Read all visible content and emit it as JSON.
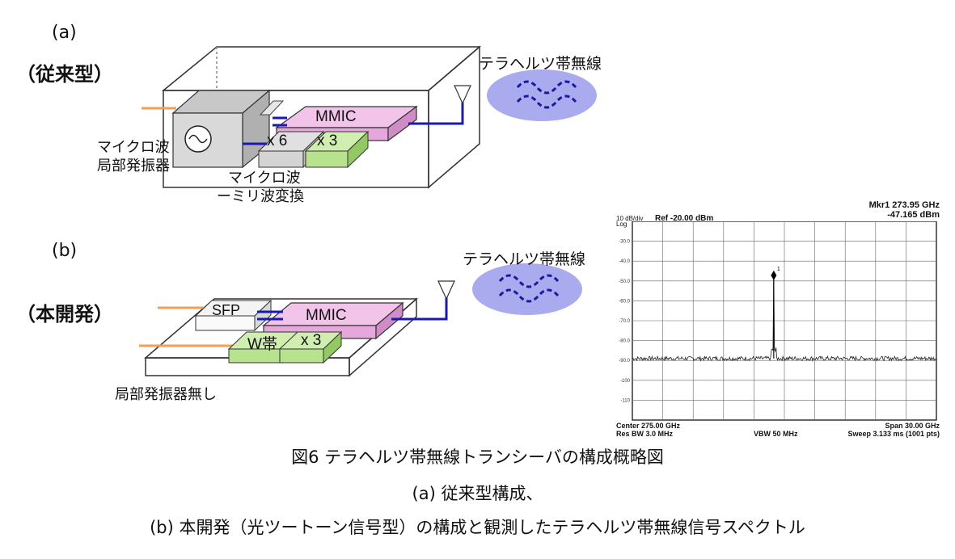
{
  "panel_a": {
    "label": "(a)",
    "title": "（従来型）",
    "thz_label": "テラヘルツ帯無線",
    "mmic": "MMIC",
    "x6": "x 6",
    "x3": "x 3",
    "osc_label_1": "マイクロ波",
    "osc_label_2": "局部発振器",
    "conv_label_1": "マイクロ波",
    "conv_label_2": "ーミリ波変換"
  },
  "panel_b": {
    "label": "(b)",
    "title": "（本開発）",
    "thz_label": "テラヘルツ帯無線",
    "sfp": "SFP",
    "mmic": "MMIC",
    "wband": "W帯",
    "x3": "x 3",
    "no_lo": "局部発振器無し"
  },
  "spectrum": {
    "marker_freq": "Mkr1 273.95 GHz",
    "marker_level": "-47.165 dBm",
    "scale": "10 dB/div",
    "scale_type": "Log",
    "ref": "Ref -20.00 dBm",
    "center": "Center 275.00 GHz",
    "res_bw": "Res BW 3.0 MHz",
    "vbw": "VBW 50 MHz",
    "span": "Span 30.00 GHz",
    "sweep": "Sweep  3.133 ms (1001 pts)",
    "marker_id": "1"
  },
  "chart_data": {
    "type": "line",
    "x_unit": "GHz",
    "y_unit": "dBm",
    "xlim": [
      260.0,
      290.0
    ],
    "ylim": [
      -120,
      -20
    ],
    "yticks": [
      "-30.0",
      "-40.0",
      "-50.0",
      "-60.0",
      "-70.0",
      "-80.0",
      "-90.0",
      "-100",
      "-110"
    ],
    "noise_floor": -89,
    "peak": {
      "x": 273.95,
      "y": -47.165
    },
    "grid": true
  },
  "caption": {
    "line1": "図6 テラヘルツ帯無線トランシーバの構成概略図",
    "line2": "(a) 従来型構成、",
    "line3": "(b) 本開発（光ツートーン信号型）の構成と観測したテラヘルツ帯無線信号スペクトル"
  }
}
